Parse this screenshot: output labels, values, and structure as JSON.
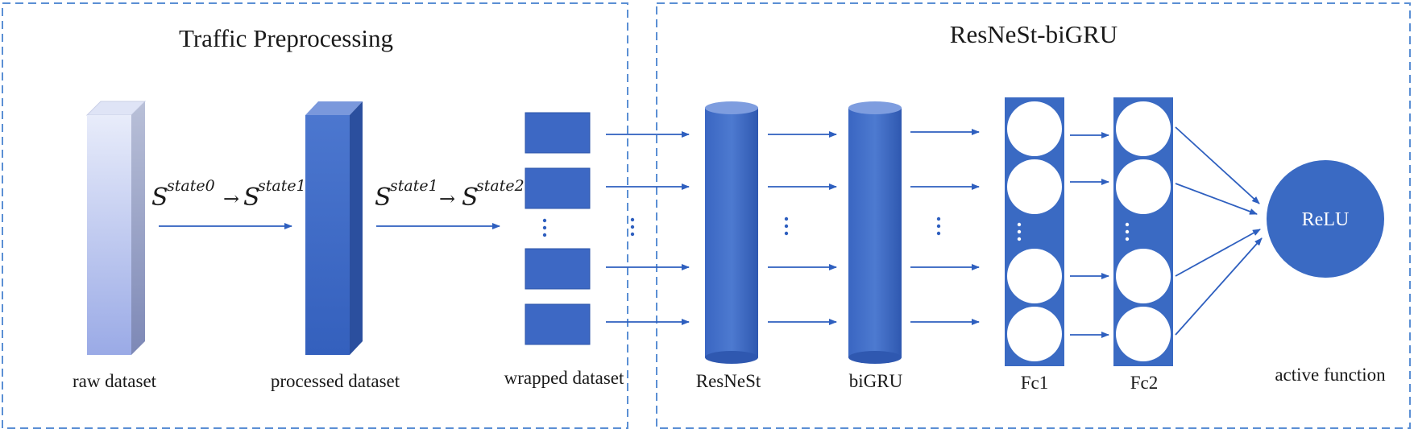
{
  "panels": {
    "left_title": "Traffic Preprocessing",
    "right_title": "ResNeSt-biGRU"
  },
  "labels": {
    "raw": "raw dataset",
    "processed": "processed dataset",
    "wrapped": "wrapped dataset",
    "resnest": "ResNeSt",
    "bigru": "biGRU",
    "fc1": "Fc1",
    "fc2": "Fc2",
    "active": "active function",
    "relu": "ReLU"
  },
  "transitions": {
    "t1_from": "S",
    "t1_from_sup": "state0",
    "t1_arrow": "→",
    "t1_to": "S",
    "t1_to_sup": "state1",
    "t2_from": "S",
    "t2_from_sup": "state1",
    "t2_arrow": "→",
    "t2_to": "S",
    "t2_to_sup": "state2"
  },
  "colors": {
    "border": "#5b8fd4",
    "box_blue": "#3f6cc7",
    "box_dark": "#2f56a8",
    "fc_fill": "#3a6ac3",
    "arrow": "#2e5fbf"
  }
}
